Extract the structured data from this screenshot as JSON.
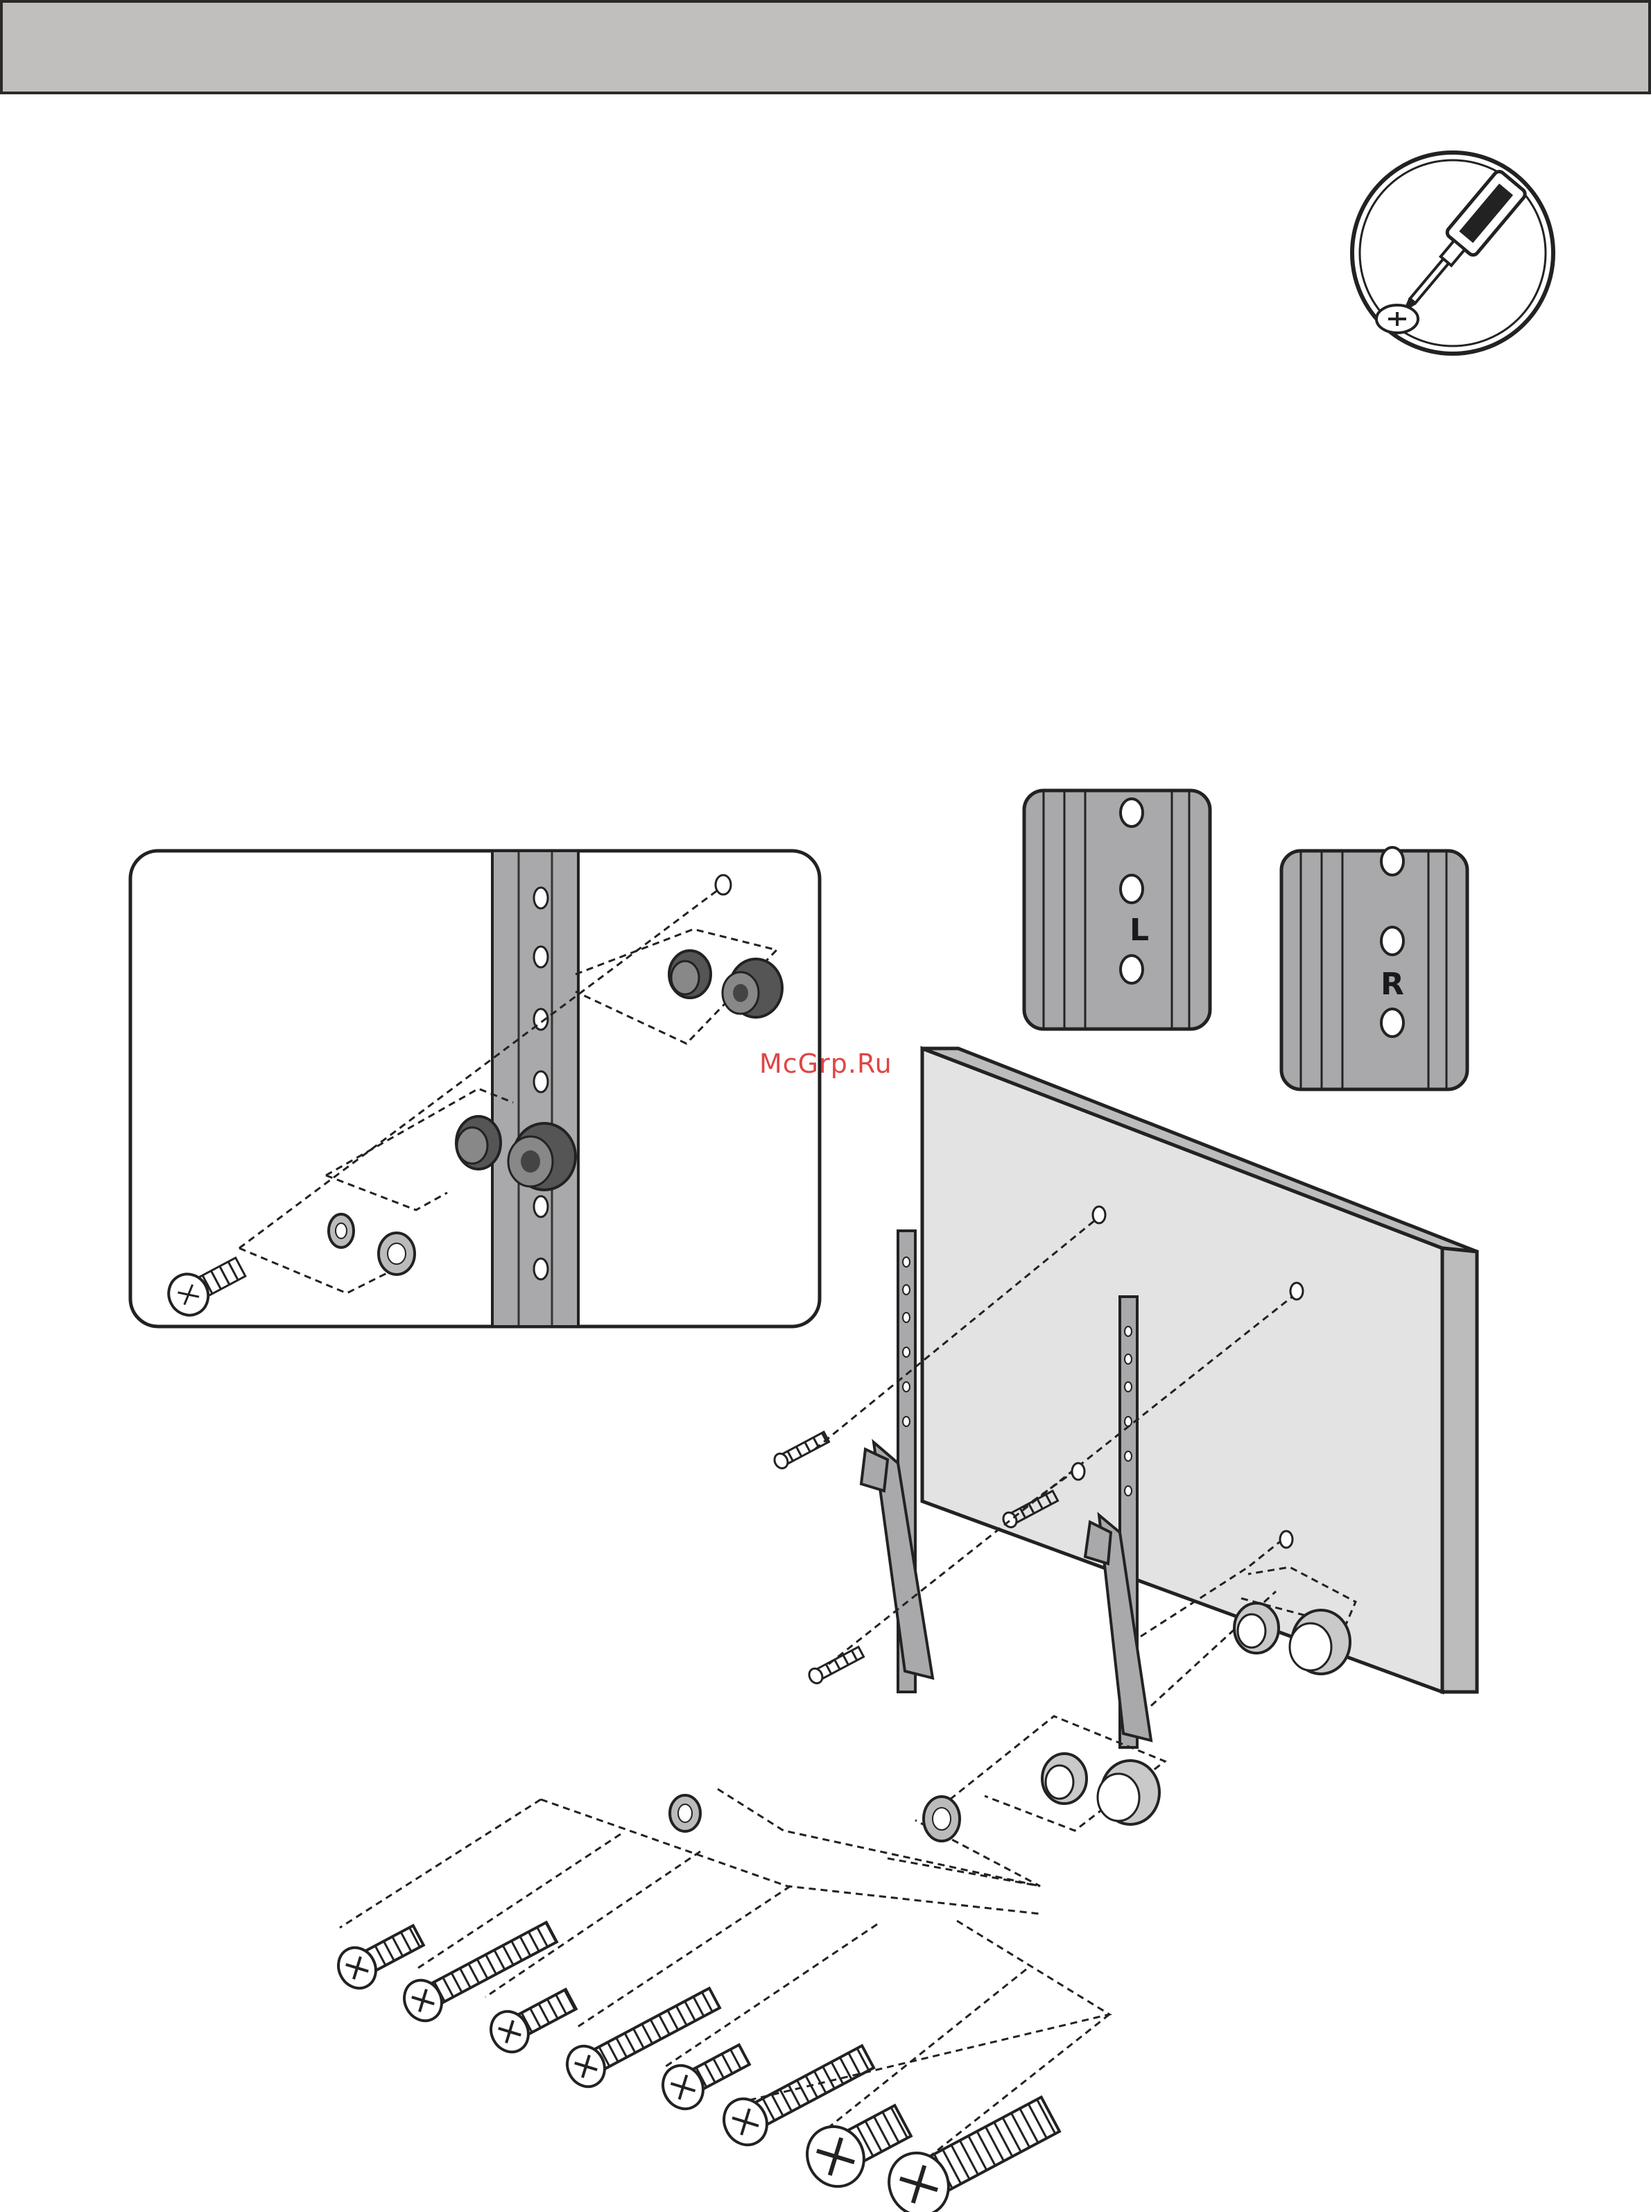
{
  "header": {
    "title": ""
  },
  "watermark": {
    "text": "McGrp.Ru"
  },
  "bracket_labels": {
    "left": "L",
    "right": "R"
  },
  "icons": {
    "tool": "phillips-screwdriver-icon",
    "screws": "screw-icon",
    "spacers": "spacer-icon",
    "washers": "washer-icon"
  },
  "colors": {
    "header_bg": "#c0bfbd",
    "bracket_fill": "#a9a9ab",
    "display_panel": "#e4e3e3",
    "display_edge": "#bdbcbc",
    "watermark": "#e04545"
  }
}
